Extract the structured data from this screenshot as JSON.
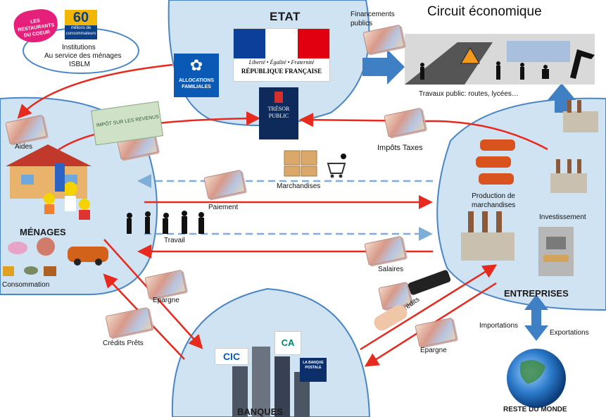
{
  "institutions": {
    "logo_restos": "LES RESTAURANTS DU COEUR",
    "logo_60": "60",
    "logo_60_sub": "millions de consommateurs",
    "line1": "Institutions",
    "line2": "Au service des ménages",
    "line3": "ISBLM"
  },
  "etat": {
    "title": "Etat",
    "rf_motto": "Liberté • Égalité • Fraternité",
    "rf_name": "République Française",
    "caf_label_1": "ALLOCATIONS",
    "caf_label_2": "FAMILIALES",
    "tresor_1": "TRÉSOR",
    "tresor_2": "PUBLIC"
  },
  "circuit": {
    "title": "Circuit économique",
    "financements": "Financements\npublics",
    "travaux": "Travaux public: routes, lycées…"
  },
  "menages": {
    "title": "Ménages",
    "aides": "Aides",
    "consommation": "Consommation",
    "impot_doc": "IMPÔT SUR LES REVENUS"
  },
  "flows": {
    "impots_taxes": "Impôts Taxes",
    "marchandises": "Marchandises",
    "paiement": "Paiement",
    "travail": "Travail",
    "salaires": "Salaires",
    "epargne_left": "Epargne",
    "credits_prets": "Crédits Prêts",
    "credits": "Crédits",
    "epargne_right": "Epargne"
  },
  "entreprises": {
    "title": "Entreprises",
    "production": "Production de\nmarchandises",
    "investissement": "Investissement",
    "importations": "Importations",
    "exportations": "Exportations"
  },
  "banques": {
    "title": "Banques",
    "cic": "CIC",
    "ca": "CA",
    "poste": "LA BANQUE POSTALE"
  },
  "reste": {
    "title": "Reste du monde"
  },
  "colors": {
    "zone_fill": "#cfe3f2",
    "zone_stroke": "#4a86c5",
    "red_arrow": "#e8291e",
    "blue_arrow": "#3f7fc4",
    "dashed_arrow": "#7eaed8"
  }
}
